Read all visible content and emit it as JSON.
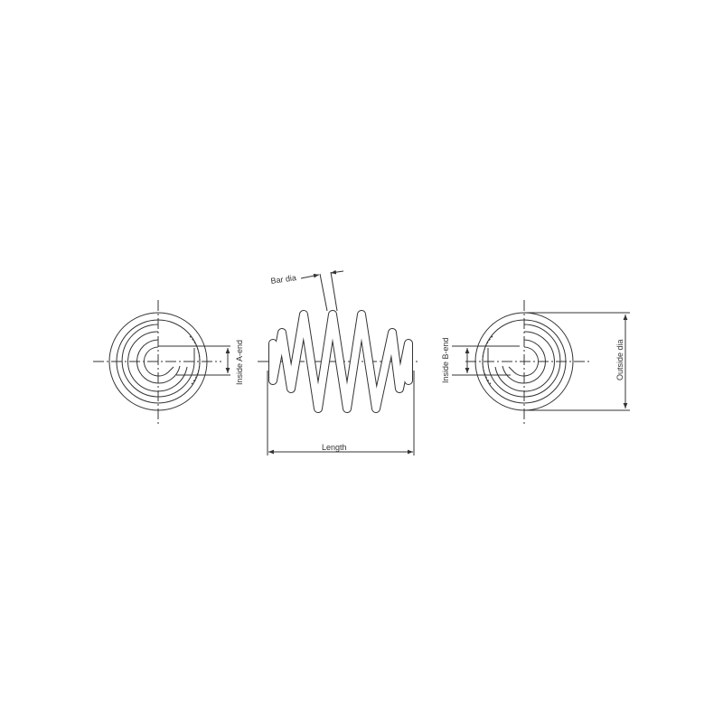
{
  "labels": {
    "bar_dia": "Bar dia",
    "length": "Length",
    "inside_a_end": "Inside A-end",
    "inside_b_end": "Inside B-end",
    "outside_dia": "Outside dia"
  },
  "colors": {
    "line": "#333333",
    "background": "#ffffff"
  }
}
